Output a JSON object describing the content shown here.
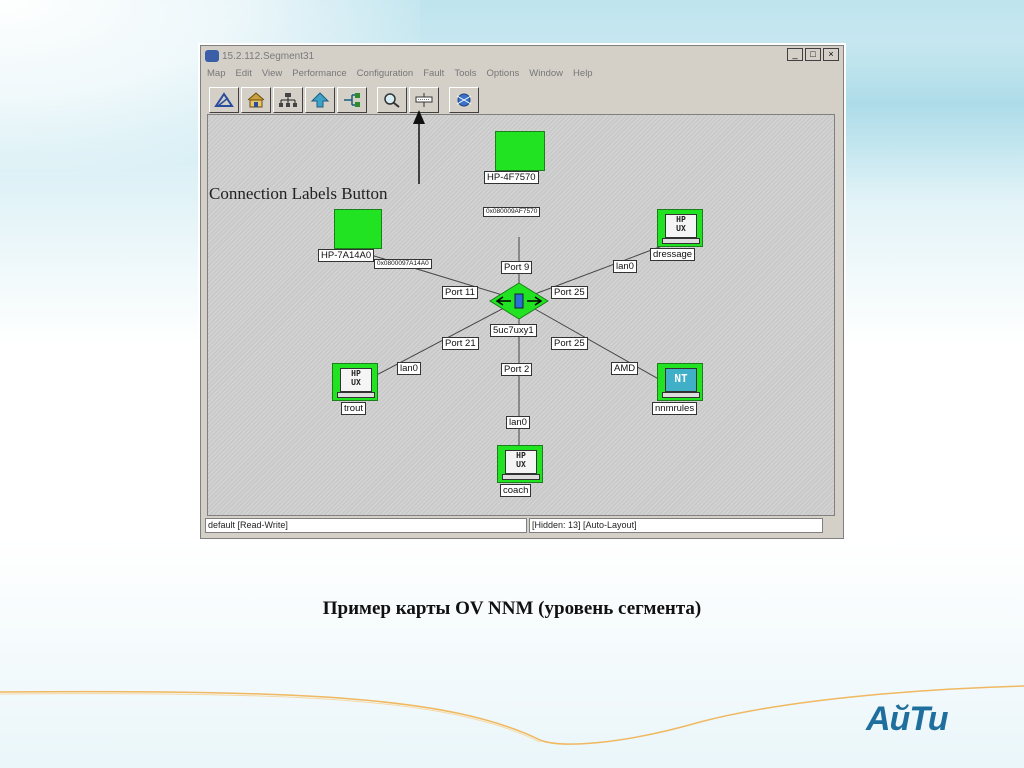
{
  "window": {
    "title": "15.2.112.Segment31",
    "controls": [
      "_",
      "□",
      "×"
    ],
    "menu": [
      "Map",
      "Edit",
      "View",
      "Performance",
      "Configuration",
      "Fault",
      "Tools",
      "Options",
      "Window",
      "Help"
    ],
    "toolbar_icons": [
      "close-map-icon",
      "home-icon",
      "network-icon",
      "up-arrow-icon",
      "quick-navigator-icon",
      "find-icon",
      "connection-labels-icon",
      "pan-zoom-icon"
    ],
    "status_left": "default [Read-Write]",
    "status_right": "[Hidden: 13] [Auto-Layout]"
  },
  "annotation": {
    "callout": "Connection Labels Button"
  },
  "map": {
    "switch": {
      "name": "5uc7uxy1"
    },
    "nodes": {
      "top": {
        "name": "HP-4F7570",
        "mac": "0x080009AF7570",
        "port": "Port 9"
      },
      "left_top": {
        "name": "HP-7A14A0",
        "mac": "0x0800097A14A0",
        "port": "Port 11"
      },
      "right_top": {
        "name": "dressage",
        "iface": "lan0",
        "port": "Port 25",
        "os": "HP UX"
      },
      "left_bottom": {
        "name": "trout",
        "iface": "lan0",
        "port": "Port 21",
        "os": "HP UX"
      },
      "right_bottom": {
        "name": "nnmrules",
        "iface": "AMD",
        "port": "Port 25",
        "os": "NT"
      },
      "bottom": {
        "name": "coach",
        "iface": "lan0",
        "port": "Port 2",
        "os": "HP UX"
      }
    }
  },
  "caption": "Пример карты OV NNM (уровень сегмента)",
  "logo": "АйТи"
}
